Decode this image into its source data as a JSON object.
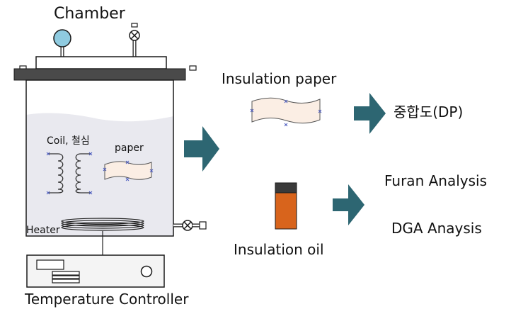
{
  "labels": {
    "chamber": "Chamber",
    "coil": "Coil, 철심",
    "paper_inner": "paper",
    "heater": "Heater",
    "temperature_controller": "Temperature Controller",
    "insulation_paper": "Insulation paper",
    "dp": "중합도(DP)",
    "insulation_oil": "Insulation oil",
    "furan": "Furan Analysis",
    "dga": "DGA Anaysis"
  },
  "colors": {
    "arrow": "#2d6672",
    "oil": "#e9e9ef",
    "paper": "#fbeee4",
    "gauge": "#8fcbe0",
    "vial_oil": "#d8641c",
    "vial_cap": "#3a3a3a",
    "lid": "#4a4a4a",
    "outline": "#1a1a1a"
  }
}
